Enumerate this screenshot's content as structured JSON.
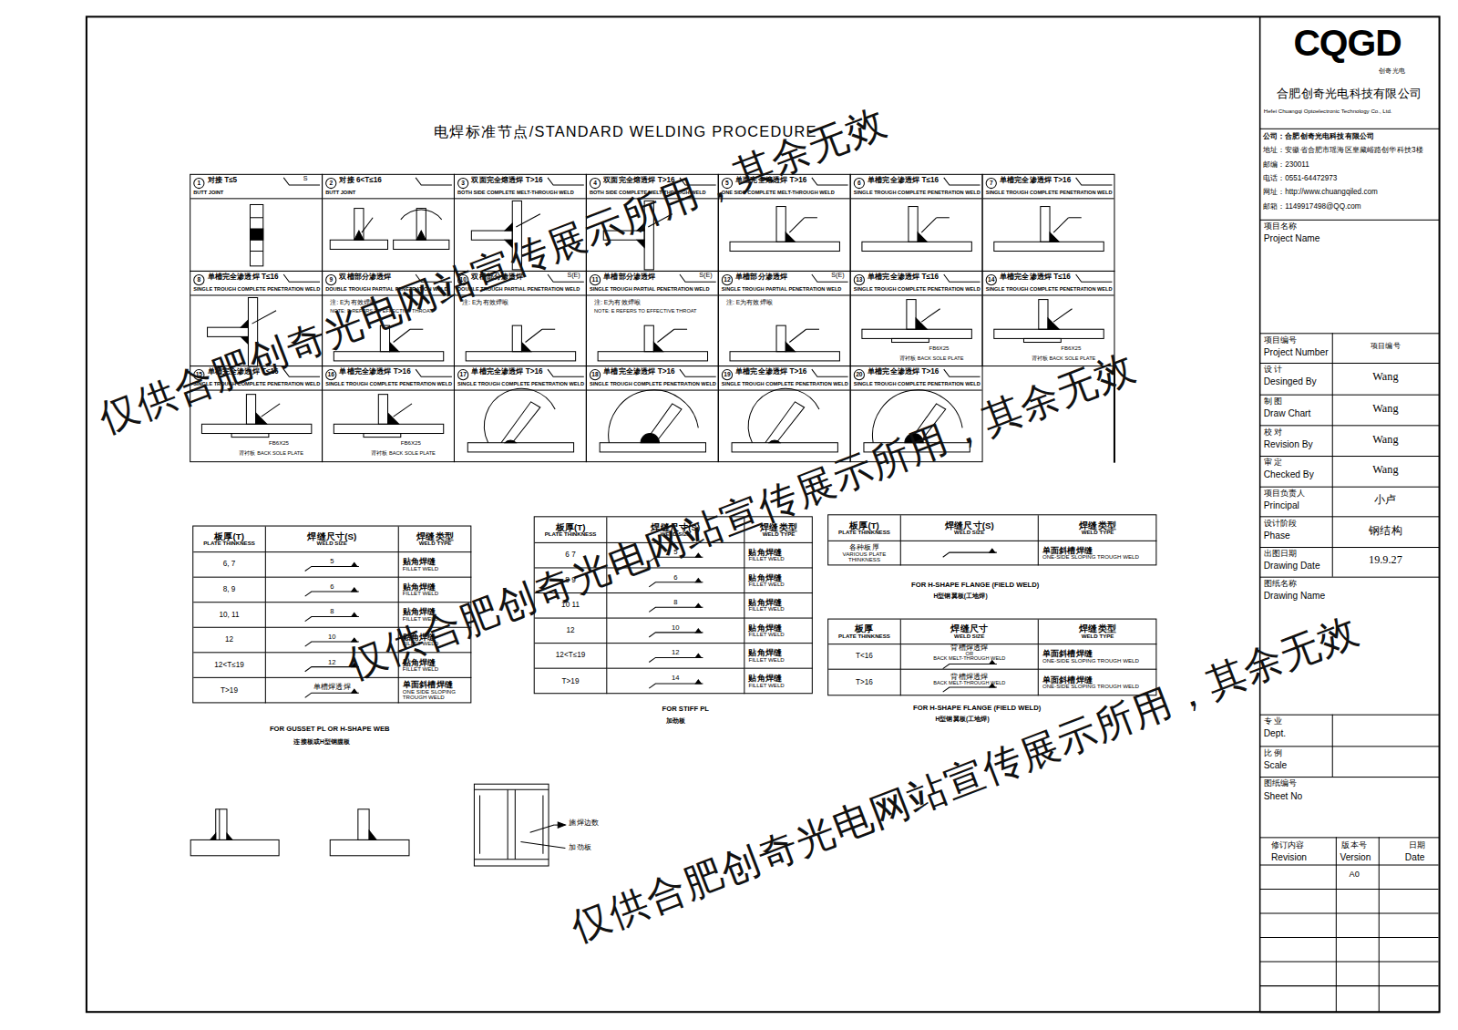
{
  "diagram": {
    "title": "电焊标准节点/STANDARD WELDING PROCEDURE",
    "nodes": [
      {
        "text": [
          "1",
          "对接 T≤5",
          "BUTT JOINT",
          "S"
        ]
      },
      {
        "text": [
          "2",
          "对接 6<T≤16",
          "BUTT JOINT"
        ]
      },
      {
        "text": [
          "3",
          "双面完全熔透焊 T>16",
          "BOTH SIDE COMPLETE MELT-THROUGH WELD"
        ]
      },
      {
        "text": [
          "4",
          "双面完全熔透焊 T>16",
          "BOTH SIDE COMPLETE MELT-THROUGH WELD"
        ]
      },
      {
        "text": [
          "5",
          "单面完全熔透焊 T>16",
          "ONE SIDE COMPLETE MELT-THROUGH WELD"
        ]
      },
      {
        "text": [
          "6",
          "单槽完全渗透焊 T≤16",
          "SINGLE TROUGH COMPLETE PENETRATION WELD"
        ]
      },
      {
        "text": [
          "7",
          "单槽完全渗透焊 T>16",
          "SINGLE TROUGH COMPLETE PENETRATION WELD"
        ]
      },
      {
        "text": [
          "8",
          "单槽完全渗透焊 T≤16",
          "SINGLE TROUGH COMPLETE PENETRATION WELD"
        ]
      },
      {
        "text": [
          "9",
          "双槽部分渗透焊",
          "DOUBLE TROUGH PARTIAL PENETRATION WELD",
          "注: E为有效焊喉",
          "NOTE: E REFERS TO EFFECTIVE THROAT"
        ]
      },
      {
        "text": [
          "10",
          "双槽部分渗透焊",
          "DOUBLE TROUGH PARTIAL PENETRATION WELD",
          "S(E)",
          "注: E为有效焊喉"
        ]
      },
      {
        "text": [
          "11",
          "单槽部分渗透焊",
          "SINGLE TROUGH PARTIAL PENETRATION WELD",
          "S(E)",
          "注: E为有效焊喉",
          "NOTE: E REFERS TO EFFECTIVE THROAT"
        ]
      },
      {
        "text": [
          "12",
          "单槽部分渗透焊",
          "SINGLE TROUGH PARTIAL PENETRATION WELD",
          "S(E)",
          "注: E为有效焊喉"
        ]
      },
      {
        "text": [
          "13",
          "单槽完全渗透焊 T≤16",
          "SINGLE TROUGH COMPLETE PENETRATION WELD",
          "FB6X25",
          "背衬板 BACK SOLE PLATE"
        ]
      },
      {
        "text": [
          "14",
          "单槽完全渗透焊 T≤16",
          "SINGLE TROUGH COMPLETE PENETRATION WELD",
          "FB6X25",
          "背衬板 BACK SOLE PLATE"
        ]
      },
      {
        "text": [
          "15",
          "单槽完全渗透焊 T≤16",
          "SINGLE TROUGH COMPLETE PENETRATION WELD",
          "FB6X25",
          "背衬板 BACK SOLE PLATE"
        ]
      },
      {
        "text": [
          "16",
          "单槽完全渗透焊 T>16",
          "SINGLE TROUGH COMPLETE PENETRATION WELD",
          "FB6X25",
          "背衬板 BACK SOLE PLATE"
        ]
      },
      {
        "text": [
          "17",
          "单槽完全渗透焊 T>16",
          "SINGLE TROUGH COMPLETE PENETRATION WELD"
        ]
      },
      {
        "text": [
          "18",
          "单槽完全渗透焊 T>16",
          "SINGLE TROUGH COMPLETE PENETRATION WELD"
        ]
      },
      {
        "text": [
          "19",
          "单槽完全渗透焊 T>16",
          "SINGLE TROUGH COMPLETE PENETRATION WELD"
        ]
      },
      {
        "text": [
          "20",
          "单槽完全渗透焊 T>16",
          "SINGLE TROUGH COMPLETE PENETRATION WELD"
        ]
      },
      {
        "text": [
          "板厚(T)",
          "PLATE THINKNESS",
          "焊缝尺寸(S)",
          "WELD SIZE",
          "焊缝类型",
          "WELD TYPE",
          "6, 7",
          "5",
          "贴角焊缝",
          "FILLET WELD",
          "8, 9",
          "6",
          "贴角焊缝",
          "FILLET WELD",
          "10, 11",
          "8",
          "贴角焊缝",
          "FILLET WELD",
          "12",
          "10",
          "贴角焊缝",
          "FILLET WELD",
          "12<T≤19",
          "12",
          "贴角焊缝",
          "FILLET WELD",
          "T>19",
          "单槽焊透焊",
          "单面斜槽焊缝",
          "ONE SIDE SLOPING TROUGH WELD"
        ]
      },
      {
        "text": [
          "板厚(T)",
          "PLATE THINKNESS",
          "焊缝尺寸(S)",
          "WELD SIZE",
          "焊缝类型",
          "WELD TYPE",
          "6 7",
          "5",
          "贴角焊缝",
          "FILLET WELD",
          "8 9",
          "6",
          "贴角焊缝",
          "FILLET WELD",
          "10 11",
          "8",
          "贴角焊缝",
          "FILLET WELD",
          "12",
          "10",
          "贴角焊缝",
          "FILLET WELD",
          "12<T≤19",
          "12",
          "贴角焊缝",
          "FILLET WELD",
          "T>19",
          "14",
          "贴角焊缝",
          "FILLET WELD"
        ]
      },
      {
        "text": [
          "板厚(T)",
          "PLATE THINKNESS",
          "焊缝尺寸(S)",
          "WELD SIZE",
          "焊缝类型",
          "WELD TYPE",
          "各种板厚",
          "VARIOUS PLATE THINKNESS",
          "单面斜槽焊缝",
          "ONE-SIDE SLOPING TROUGH WELD"
        ]
      },
      {
        "text": [
          "板厚",
          "PLATE THINKNESS",
          "焊缝尺寸",
          "WELD SIZE",
          "焊缝类型",
          "WELD TYPE",
          "T<16",
          "背槽焊透焊",
          "OR",
          "BACK MELT-THROUGH WELD",
          "单面斜槽焊缝",
          "ONE-SIDE SLOPING TROUGH WELD",
          "T>16",
          "背槽焊透焊",
          "BACK MELT-THROUGH WELD",
          "单面斜槽焊缝",
          "ONE-SIDE SLOPING TROUGH WELD"
        ]
      },
      {
        "text": [
          "CQGD",
          "创奇光电",
          "合肥创奇光电科技有限公司",
          "Hefei Chuangqi Optoelectronic Technology Co., Ltd."
        ]
      },
      {
        "text": [
          "公司：合肥创奇光电科技有限公司",
          "地址：安徽省合肥市瑶海区皇藏峪路创华科技3楼",
          "邮编：230011",
          "电话：0551-64472973",
          "网址：http://www.chuangqiled.com",
          "邮箱：1149917498@QQ.com"
        ]
      },
      {
        "text": [
          "项目名称",
          "Project Name"
        ]
      },
      {
        "text": [
          "项目编号",
          "Project Number",
          "项目编号"
        ]
      },
      {
        "text": [
          "设 计",
          "Desinged By",
          "Wang"
        ]
      },
      {
        "text": [
          "制 图",
          "Draw Chart",
          "Wang"
        ]
      },
      {
        "text": [
          "校 对",
          "Revision By",
          "Wang"
        ]
      },
      {
        "text": [
          "审 定",
          "Checked By",
          "Wang"
        ]
      },
      {
        "text": [
          "项目负责人",
          "Principal",
          "小卢"
        ]
      },
      {
        "text": [
          "设计阶段",
          "Phase",
          "钢结构"
        ]
      },
      {
        "text": [
          "出图日期",
          "Drawing Date",
          "19.9.27"
        ]
      },
      {
        "text": [
          "图纸名称",
          "Drawing Name"
        ]
      },
      {
        "text": [
          "专 业",
          "Dept."
        ]
      },
      {
        "text": [
          "比 例",
          "Scale"
        ]
      },
      {
        "text": [
          "图纸编号",
          "Sheet No"
        ]
      },
      {
        "text": [
          "修订内容",
          "Revision",
          "版本号",
          "Version",
          "日期",
          "Date",
          "A0"
        ]
      }
    ],
    "labels": [
      "FOR GUSSET PL OR H-SHAPE WEB",
      "连接板或H型钢腹板",
      "FOR STIFF PL",
      "加劲板",
      "FOR H-SHAPE FLANGE (FIELD WELD)",
      "H型钢翼板(工地焊)",
      "FOR H-SHAPE FLANGE (FIELD WELD)",
      "H型钢翼板(工地焊)",
      "施焊边数",
      "加劲板",
      "仅供合肥创奇光电网站宣传展示所用，其余无效",
      "仅供合肥创奇光电网站宣传展示所用，其余无效",
      "仅供合肥创奇光电网站宣传展示所用，其余无效"
    ]
  }
}
